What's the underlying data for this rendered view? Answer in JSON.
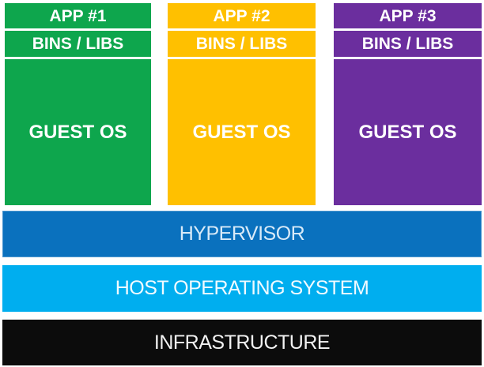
{
  "diagram": {
    "title": "virtualized-architecture-stack",
    "columns": [
      {
        "app": "APP #1",
        "bins": "BINS / LIBS",
        "os": "GUEST OS",
        "color": "#0EA64D"
      },
      {
        "app": "APP #2",
        "bins": "BINS / LIBS",
        "os": "GUEST OS",
        "color": "#FFC000"
      },
      {
        "app": "APP #3",
        "bins": "BINS / LIBS",
        "os": "GUEST OS",
        "color": "#6B2E9E"
      }
    ],
    "layers": [
      {
        "label": "HYPERVISOR",
        "color": "#0A71BE",
        "text_color": "#D8EAF8"
      },
      {
        "label": "HOST OPERATING SYSTEM",
        "color": "#00AEEF",
        "text_color": "#F0FAFF"
      },
      {
        "label": "INFRASTRUCTURE",
        "color": "#0C0C0C",
        "text_color": "#F2F2F2"
      }
    ],
    "divider_color": "#FFFFFF"
  }
}
